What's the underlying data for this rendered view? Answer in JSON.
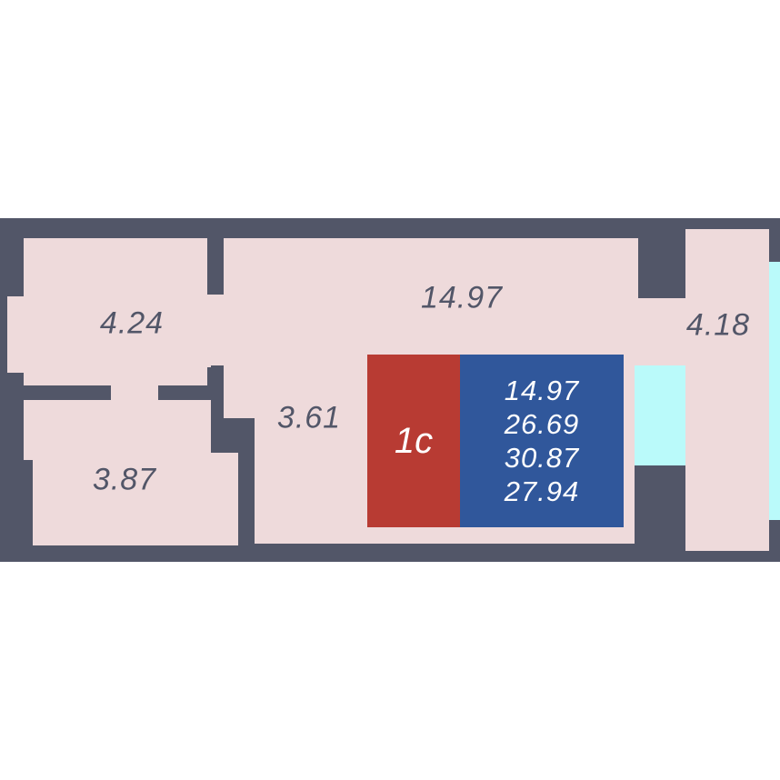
{
  "floor_plan": {
    "colors": {
      "wall": "#525668",
      "floor": "#eedadb",
      "window": "#bafafa",
      "type_badge": "#b83b33",
      "area_badge": "#30579b",
      "label_text": "#525668"
    },
    "rooms": [
      {
        "id": "room-top-left",
        "area": "4.24"
      },
      {
        "id": "room-bottom-left",
        "area": "3.87"
      },
      {
        "id": "room-main",
        "area": "14.97"
      },
      {
        "id": "room-hall",
        "area": "3.61"
      },
      {
        "id": "room-balcony",
        "area": "4.18"
      }
    ],
    "badge": {
      "type": "1с",
      "areas": [
        "14.97",
        "26.69",
        "30.87",
        "27.94"
      ]
    }
  }
}
